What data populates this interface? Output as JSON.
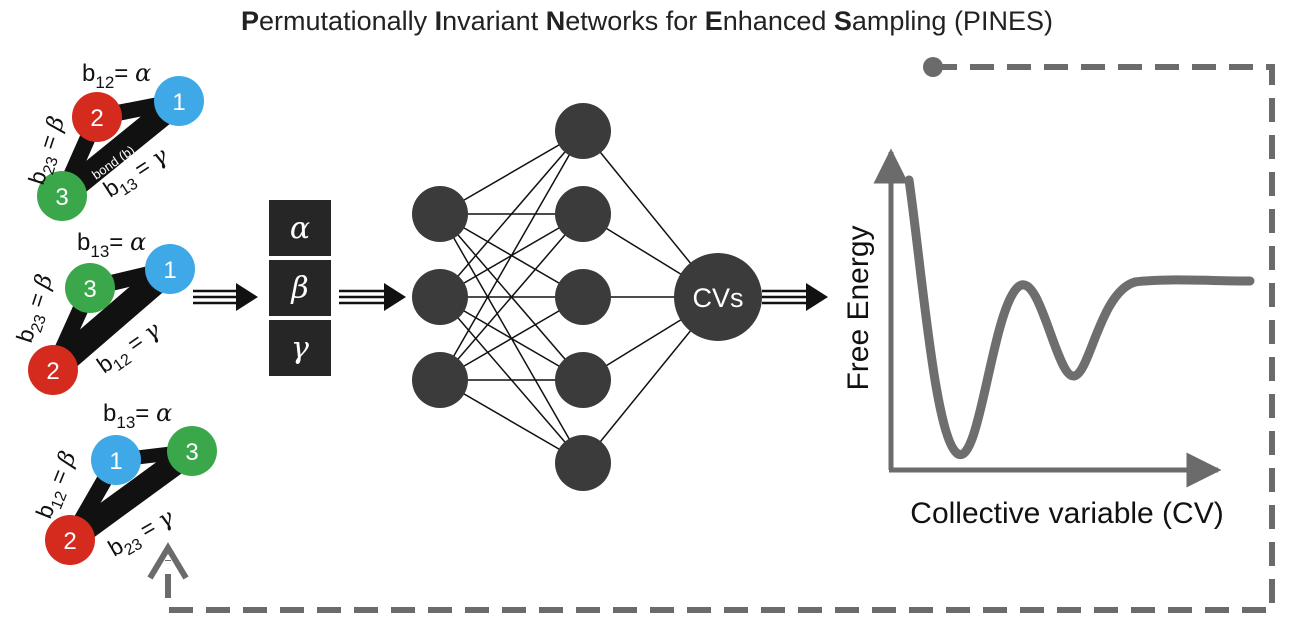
{
  "title": {
    "segments": [
      {
        "text": "P",
        "bold": true
      },
      {
        "text": "ermutationally ",
        "bold": false
      },
      {
        "text": "I",
        "bold": true
      },
      {
        "text": "nvariant ",
        "bold": false
      },
      {
        "text": "N",
        "bold": true
      },
      {
        "text": "etworks for ",
        "bold": false
      },
      {
        "text": "E",
        "bold": true
      },
      {
        "text": "nhanced ",
        "bold": false
      },
      {
        "text": "S",
        "bold": true
      },
      {
        "text": "ampling (PINES)",
        "bold": false
      }
    ]
  },
  "colors": {
    "atom_red": "#d52b1e",
    "atom_blue": "#3ea9e6",
    "atom_green": "#3aa84a",
    "node": "#3b3b3b",
    "arrow": "#111111",
    "feedback": "#6b6b6b",
    "curve": "#6e6e6e",
    "box": "#262626"
  },
  "molecules": [
    {
      "atoms": {
        "red": "2",
        "blue": "1",
        "green": "3"
      },
      "labels": {
        "top": {
          "b": "b",
          "sub": "12",
          "eq": "= ",
          "greek": "α"
        },
        "left": {
          "b": "b",
          "sub": "23",
          "eq": " = ",
          "greek": "β"
        },
        "right": {
          "b": "b",
          "sub": "13",
          "eq": " = ",
          "greek": "γ"
        },
        "bond": "bond (b)"
      }
    },
    {
      "atoms": {
        "red": "2",
        "blue": "1",
        "green": "3"
      },
      "labels": {
        "top": {
          "b": "b",
          "sub": "13",
          "eq": "= ",
          "greek": "α"
        },
        "left": {
          "b": "b",
          "sub": "23",
          "eq": " = ",
          "greek": "β"
        },
        "right": {
          "b": "b",
          "sub": "12",
          "eq": " = ",
          "greek": "γ"
        }
      }
    },
    {
      "atoms": {
        "red": "2",
        "blue": "1",
        "green": "3"
      },
      "labels": {
        "top": {
          "b": "b",
          "sub": "13",
          "eq": "= ",
          "greek": "α"
        },
        "left": {
          "b": "b",
          "sub": "12",
          "eq": " = ",
          "greek": "β"
        },
        "right": {
          "b": "b",
          "sub": "23",
          "eq": " = ",
          "greek": "γ"
        }
      }
    }
  ],
  "input_vector": [
    "α",
    "β",
    "γ"
  ],
  "network": {
    "layers": [
      3,
      5,
      1
    ],
    "output_label": "CVs"
  },
  "free_energy_plot": {
    "ylabel": "Free Energy",
    "xlabel": "Collective variable (CV)"
  }
}
